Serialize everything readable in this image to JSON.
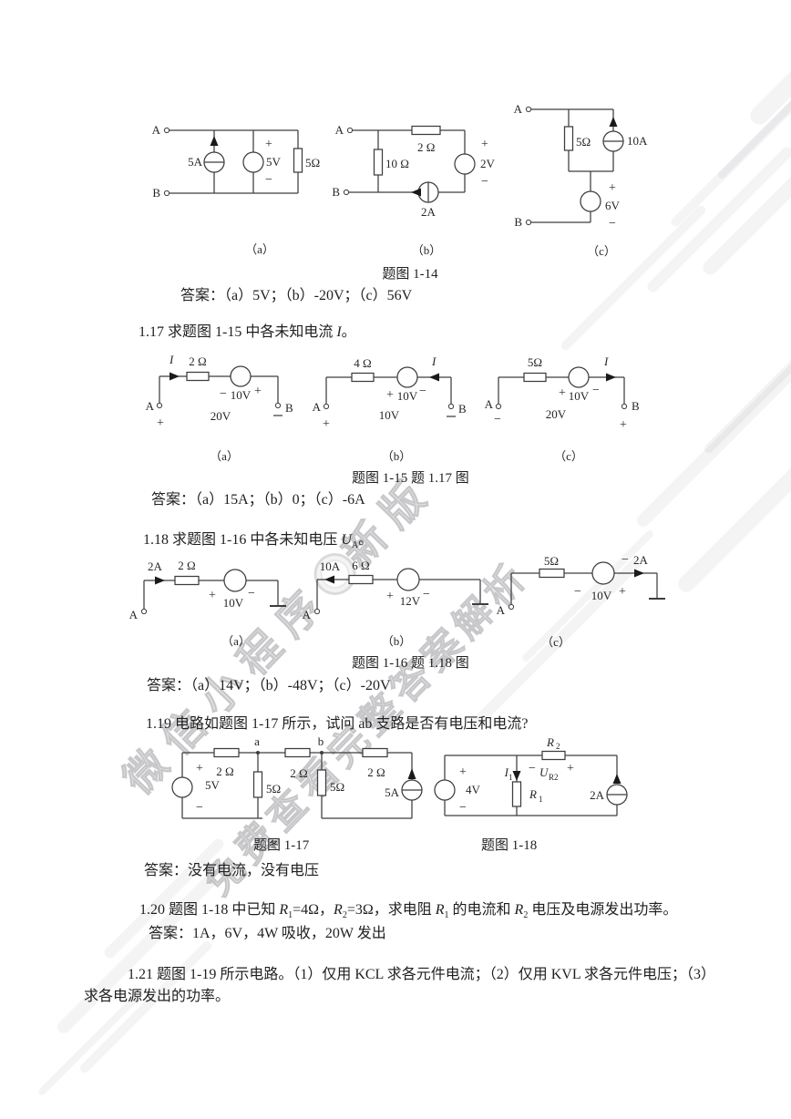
{
  "sym": {
    "plus": "+",
    "minus": "−"
  },
  "watermark": {
    "text1": "微信小程序",
    "text1b": "新版",
    "text2": "免费查看完整答案解析"
  },
  "fig114": {
    "caption": "题图 1-14",
    "a": {
      "A": "A",
      "B": "B",
      "i": "5A",
      "v": "5V",
      "r": "5Ω",
      "label": "（a）"
    },
    "b": {
      "A": "A",
      "B": "B",
      "r1": "10 Ω",
      "r2": "2 Ω",
      "v": "2V",
      "i": "2A",
      "label": "（b）"
    },
    "c": {
      "A": "A",
      "B": "B",
      "r": "5Ω",
      "i": "10A",
      "v": "6V",
      "label": "（c）"
    },
    "answer": "答案：（a）5V；（b）-20V；（c）56V"
  },
  "s117": {
    "head_pre": "1.17 求题图 1-15 中各未知电流 ",
    "head_var": "I",
    "head_post": "。"
  },
  "fig115": {
    "caption": "题图 1-15 题 1.17 图",
    "a": {
      "i": "I",
      "r": "2 Ω",
      "v": "10V",
      "u": "20V",
      "A": "A",
      "B": "B",
      "label": "（a）"
    },
    "b": {
      "i": "I",
      "r": "4 Ω",
      "v": "10V",
      "u": "10V",
      "A": "A",
      "B": "B",
      "label": "（b）"
    },
    "c": {
      "i": "I",
      "r": "5Ω",
      "v": "10V",
      "u": "20V",
      "A": "A",
      "B": "B",
      "label": "（c）"
    },
    "answer": "答案：（a）15A；（b）0；（c）-6A"
  },
  "s118": {
    "head_pre": "1.18 求题图 1-16 中各未知电压 ",
    "head_var": "U",
    "head_sub": "A",
    "head_post": "。"
  },
  "fig116": {
    "caption": "题图 1-16 题 1.18 图",
    "a": {
      "i": "2A",
      "r": "2 Ω",
      "v": "10V",
      "A": "A",
      "label": "（a）"
    },
    "b": {
      "i": "10A",
      "r": "6 Ω",
      "v": "12V",
      "A": "A",
      "label": "（b）"
    },
    "c": {
      "r": "5Ω",
      "v": "10V",
      "i": "2A",
      "A": "A",
      "label": "（c）"
    },
    "answer": "答案：（a）14V；（b）-48V；（c）-20V"
  },
  "s119": {
    "head": "1.19 电路如题图 1-17 所示，试问 ab 支路是否有电压和电流?",
    "answer": "答案：没有电流，没有电压"
  },
  "fig117": {
    "caption": "题图 1-17",
    "v": "5V",
    "r1": "2 Ω",
    "r2": "2 Ω",
    "r3": "2 Ω",
    "ra": "5Ω",
    "rb": "5Ω",
    "i": "5A",
    "na": "a",
    "nb": "b"
  },
  "fig118": {
    "caption": "题图 1-18",
    "v": "4V",
    "i1": "I",
    "i1s": "1",
    "r2": "R",
    "r2s": "2",
    "u": "U",
    "us": "R2",
    "r1": "R",
    "r1s": "1",
    "i": "2A"
  },
  "s120": {
    "p0": "1.20 题图 1-18 中已知 ",
    "v1": "R",
    "s1": "1",
    "p1": "=4Ω，",
    "v2": "R",
    "s2": "2",
    "p2": "=3Ω，求电阻 ",
    "v3": "R",
    "s3": "1",
    "p3": " 的电流和 ",
    "v4": "R",
    "s4": "2",
    "p4": " 电压及电源发出功率。",
    "answer": "答案：1A，6V，4W 吸收，20W 发出"
  },
  "s121": {
    "line1": "1.21 题图 1-19 所示电路。（1）仅用 KCL 求各元件电流；（2）仅用 KVL 求各元件电压；（3）",
    "line2": "求各电源发出的功率。"
  }
}
